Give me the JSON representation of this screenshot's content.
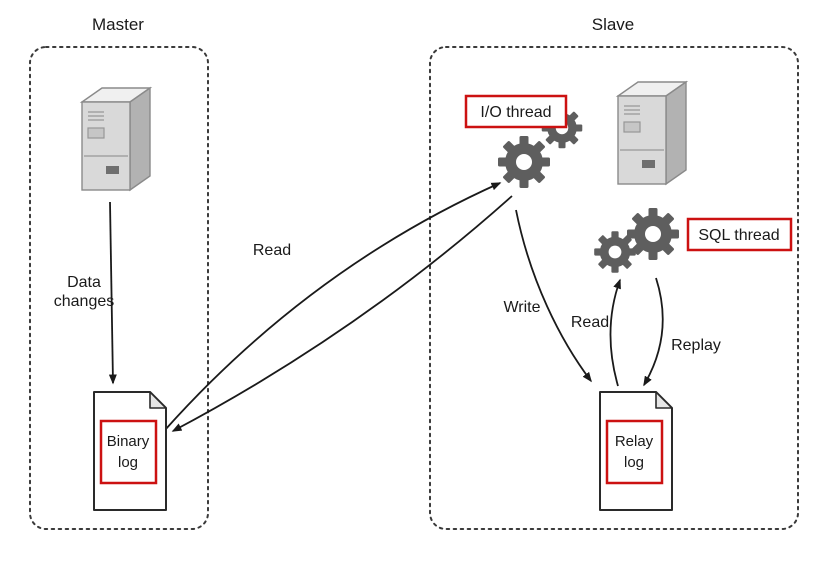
{
  "figure": {
    "master": {
      "title": "Master",
      "data_changes": {
        "line1": "Data",
        "line2": "changes"
      },
      "binary_log": {
        "line1": "Binary",
        "line2": "log"
      }
    },
    "slave": {
      "title": "Slave",
      "io_thread_label": "I/O thread",
      "sql_thread_label": "SQL thread",
      "relay_log": {
        "line1": "Relay",
        "line2": "log"
      },
      "write_label": "Write",
      "read_label": "Read",
      "replay_label": "Replay"
    },
    "read_label": "Read",
    "colors": {
      "highlight_red": "#cc1111",
      "gear_gray": "#5e5e5e",
      "line_black": "#1a1a1a"
    }
  }
}
